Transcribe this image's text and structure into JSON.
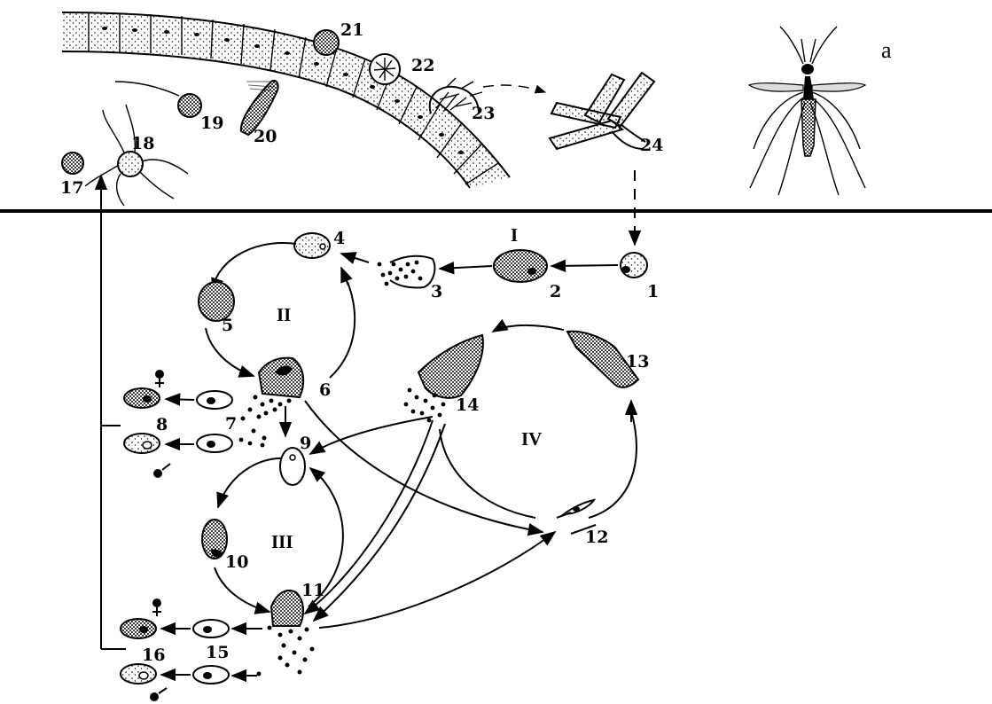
{
  "panel_label": "a",
  "stage_labels": [
    "1",
    "2",
    "3",
    "4",
    "5",
    "6",
    "7",
    "8",
    "9",
    "10",
    "11",
    "12",
    "13",
    "14",
    "15",
    "16",
    "17",
    "18",
    "19",
    "20",
    "21",
    "22",
    "23",
    "24"
  ],
  "cycle_labels": [
    "I",
    "II",
    "III",
    "IV"
  ]
}
